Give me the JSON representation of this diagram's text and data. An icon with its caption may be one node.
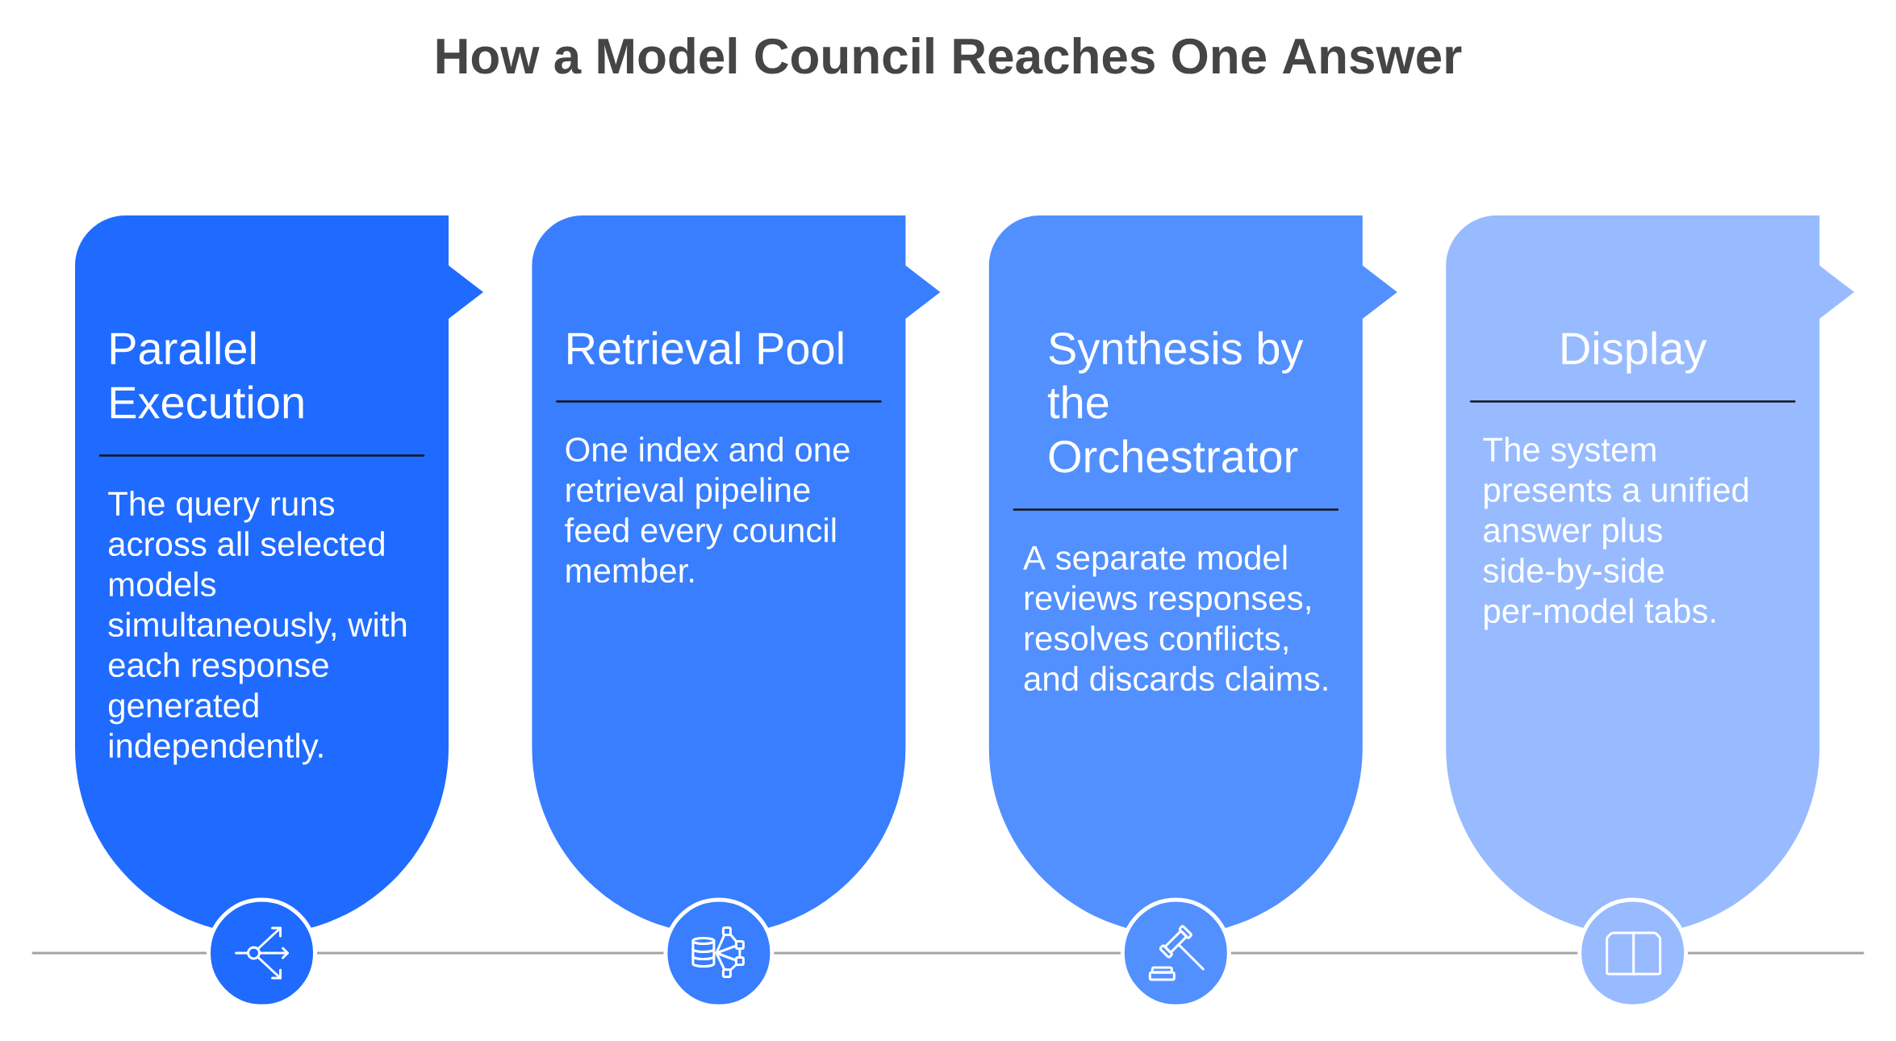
{
  "diagram": {
    "title": "How a Model Council Reaches One Answer",
    "nodes": [
      {
        "text": [
          "Parallel Execution",
          "The query runs across all selected models simultaneously, with each response generated independently."
        ]
      },
      {
        "text": [
          "Retrieval Pool",
          "One index and one retrieval pipeline feed every council member."
        ]
      },
      {
        "text": [
          "Synthesis by the Orchestrator",
          "A separate model reviews responses, resolves conflicts, and discards claims."
        ]
      },
      {
        "text": [
          "Display",
          "The system presents a unified answer plus side-by-side per-model tabs."
        ]
      }
    ]
  }
}
